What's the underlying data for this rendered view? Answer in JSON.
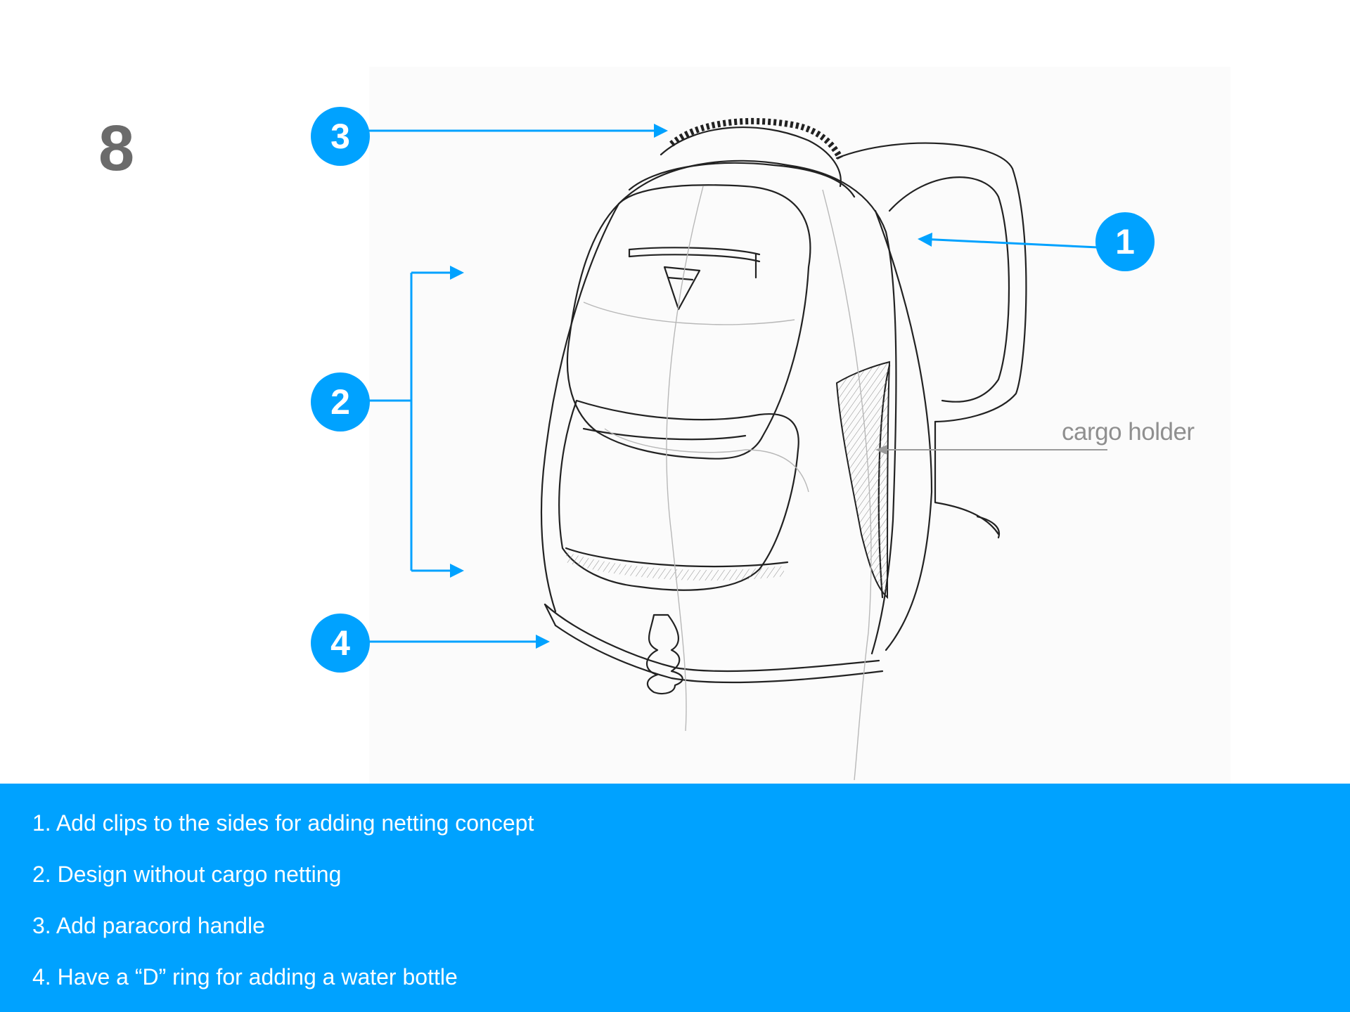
{
  "page_number": "8",
  "accent_color": "#00a2ff",
  "sketch": {
    "subject-icon": "backpack-sketch",
    "callouts": [
      {
        "number": "1",
        "target": "side clip"
      },
      {
        "number": "2",
        "target": "front panel without netting"
      },
      {
        "number": "3",
        "target": "paracord handle"
      },
      {
        "number": "4",
        "target": "D ring"
      }
    ],
    "cargo_label": "cargo holder"
  },
  "notes": [
    "1. Add clips to the sides for adding netting concept",
    "2. Design without cargo netting",
    "3. Add paracord handle",
    "4. Have a “D” ring for adding a water bottle"
  ]
}
